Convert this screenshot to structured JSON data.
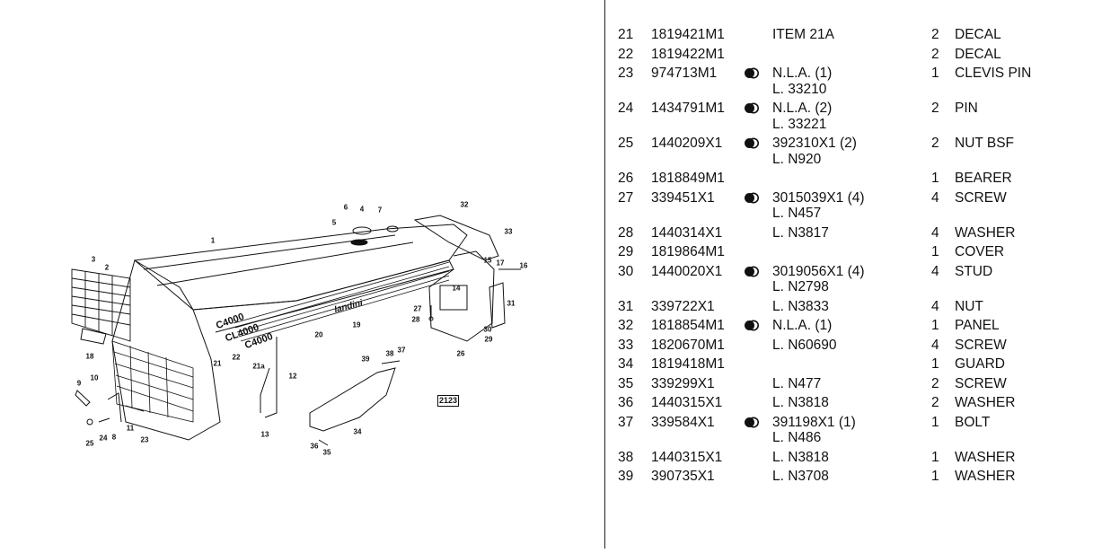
{
  "figure": {
    "code": "2123",
    "callouts": [
      "1",
      "2",
      "3",
      "4",
      "5",
      "6",
      "7",
      "8",
      "9",
      "10",
      "11",
      "12",
      "13",
      "14",
      "15",
      "16",
      "17",
      "18",
      "19",
      "20",
      "21",
      "21a",
      "22",
      "23",
      "24",
      "25",
      "26",
      "27",
      "28",
      "29",
      "30",
      "31",
      "32",
      "33",
      "34",
      "35",
      "36",
      "37",
      "38",
      "39"
    ],
    "decal_texts": [
      "C4000",
      "CL4000",
      "C4000",
      "landini"
    ]
  },
  "parts": [
    {
      "num": "21",
      "part": "1819421M1",
      "sym": false,
      "ref": [
        "ITEM 21A"
      ],
      "qty": "2",
      "desc": "DECAL"
    },
    {
      "num": "22",
      "part": "1819422M1",
      "sym": false,
      "ref": [],
      "qty": "2",
      "desc": "DECAL"
    },
    {
      "num": "23",
      "part": "974713M1",
      "sym": true,
      "ref": [
        "N.L.A.  (1)",
        "L. 33210"
      ],
      "qty": "1",
      "desc": "CLEVIS PIN"
    },
    {
      "num": "24",
      "part": "1434791M1",
      "sym": true,
      "ref": [
        "N.L.A.  (2)",
        "L. 33221"
      ],
      "qty": "2",
      "desc": "PIN"
    },
    {
      "num": "25",
      "part": "1440209X1",
      "sym": true,
      "ref": [
        "392310X1  (2)",
        "L. N920"
      ],
      "qty": "2",
      "desc": "NUT BSF"
    },
    {
      "num": "26",
      "part": "1818849M1",
      "sym": false,
      "ref": [],
      "qty": "1",
      "desc": "BEARER"
    },
    {
      "num": "27",
      "part": "339451X1",
      "sym": true,
      "ref": [
        "3015039X1  (4)",
        "L. N457"
      ],
      "qty": "4",
      "desc": "SCREW"
    },
    {
      "num": "28",
      "part": "1440314X1",
      "sym": false,
      "ref": [
        "L. N3817"
      ],
      "qty": "4",
      "desc": "WASHER"
    },
    {
      "num": "29",
      "part": "1819864M1",
      "sym": false,
      "ref": [],
      "qty": "1",
      "desc": "COVER"
    },
    {
      "num": "30",
      "part": "1440020X1",
      "sym": true,
      "ref": [
        "3019056X1  (4)",
        "L. N2798"
      ],
      "qty": "4",
      "desc": "STUD"
    },
    {
      "num": "31",
      "part": "339722X1",
      "sym": false,
      "ref": [
        "L. N3833"
      ],
      "qty": "4",
      "desc": "NUT"
    },
    {
      "num": "32",
      "part": "1818854M1",
      "sym": true,
      "ref": [
        "N.L.A.  (1)"
      ],
      "qty": "1",
      "desc": "PANEL"
    },
    {
      "num": "33",
      "part": "1820670M1",
      "sym": false,
      "ref": [
        "L. N60690"
      ],
      "qty": "4",
      "desc": "SCREW"
    },
    {
      "num": "34",
      "part": "1819418M1",
      "sym": false,
      "ref": [],
      "qty": "1",
      "desc": "GUARD"
    },
    {
      "num": "35",
      "part": "339299X1",
      "sym": false,
      "ref": [
        "L. N477"
      ],
      "qty": "2",
      "desc": "SCREW"
    },
    {
      "num": "36",
      "part": "1440315X1",
      "sym": false,
      "ref": [
        "L. N3818"
      ],
      "qty": "2",
      "desc": "WASHER"
    },
    {
      "num": "37",
      "part": "339584X1",
      "sym": true,
      "ref": [
        "391198X1  (1)",
        "L. N486"
      ],
      "qty": "1",
      "desc": "BOLT"
    },
    {
      "num": "38",
      "part": "1440315X1",
      "sym": false,
      "ref": [
        "L. N3818"
      ],
      "qty": "1",
      "desc": "WASHER"
    },
    {
      "num": "39",
      "part": "390735X1",
      "sym": false,
      "ref": [
        "L. N3708"
      ],
      "qty": "1",
      "desc": "WASHER"
    }
  ]
}
